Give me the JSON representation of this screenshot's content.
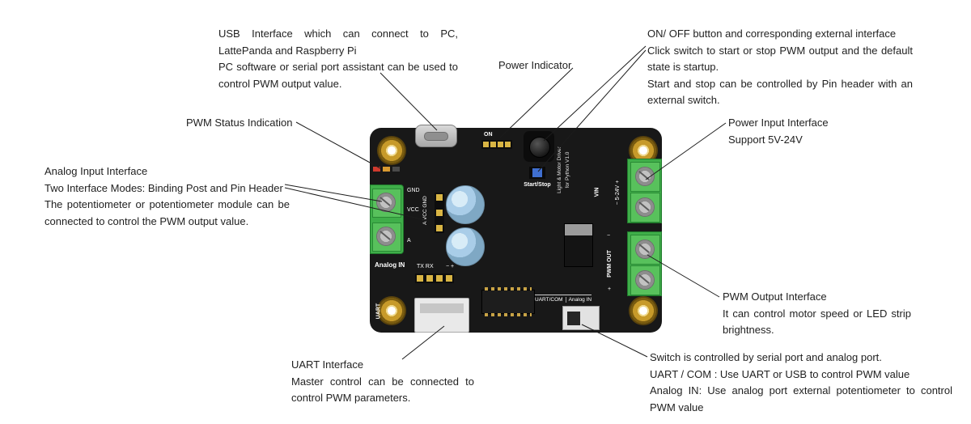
{
  "figure": {
    "description": "Light & Motor Driver for Python V1.0 annotated board diagram"
  },
  "annotations": {
    "usb": {
      "p1": "USB Interface which can connect to PC, LattePanda and Raspberry Pi",
      "p2": "PC software or serial port assistant can be used to control PWM output value."
    },
    "power_indicator": {
      "label": "Power Indicator"
    },
    "on_off": {
      "p1": "ON/ OFF button and corresponding external interface",
      "p2": "Click switch to start or stop PWM output and the default state is startup.",
      "p3": "Start and stop can be controlled by Pin header with an external switch."
    },
    "pwm_status": {
      "label": "PWM Status Indication"
    },
    "analog_input": {
      "p1": "Analog Input Interface",
      "p2": "Two Interface Modes: Binding Post and Pin Header",
      "p3": "The potentiometer or potentiometer module can be connected   to control the PWM output value."
    },
    "power_input": {
      "p1": "Power Input Interface",
      "p2": "Support 5V-24V"
    },
    "pwm_output": {
      "p1": "PWM Output Interface",
      "p2": "It can control motor speed or LED strip brightness."
    },
    "uart": {
      "p1": "UART Interface",
      "p2": "Master control can be connected to control PWM parameters."
    },
    "mode_switch": {
      "p1": "Switch is controlled by serial port and analog port.",
      "p2": "UART / COM  : Use UART or USB to control PWM value",
      "p3": "Analog IN: Use analog port external potentiometer to control PWM value"
    }
  },
  "board": {
    "silkscreen": {
      "on": "ON",
      "start_stop": "Start/Stop",
      "title1": "Light & Motor Driver",
      "title2": "for Python V1.0",
      "vin": "VIN",
      "vin_range": "− 5-24V +",
      "pwm_out": "PWM OUT",
      "pwm_minus": "−",
      "pwm_plus": "+",
      "gnd": "GND",
      "vcc": "VCC",
      "a": "A",
      "pin_col": "A VCC GND",
      "analog_in": "Analog IN",
      "tx_rx": "TX RX",
      "tx_polarity": "−  +",
      "uart": "UART",
      "mode_left": "UART/COM",
      "mode_right": "Analog IN"
    },
    "colors": {
      "pcb": "#181818",
      "terminal_green": "#3fae49",
      "mount_gold": "#c79a2a",
      "capacitor_blue": "#a9cde8",
      "jumper_blue": "#3f6fd0",
      "header_yellow": "#d9b544"
    }
  }
}
